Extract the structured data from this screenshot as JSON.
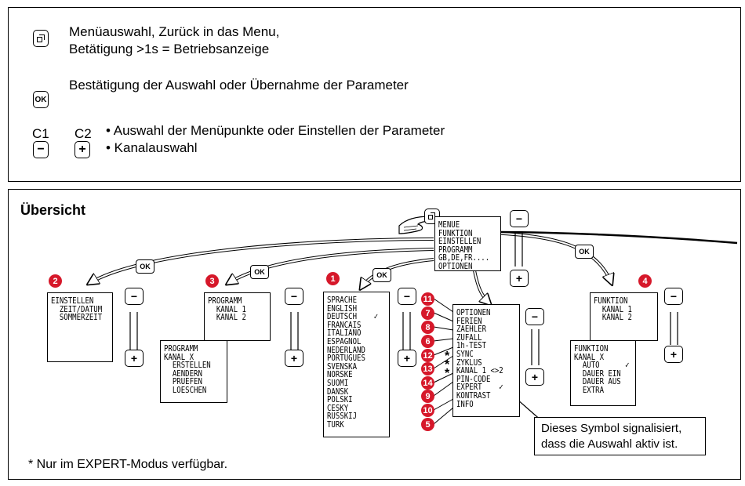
{
  "legend": {
    "menu_line1": "Menüauswahl, Zurück in das Menu,",
    "menu_line2": "Betätigung >1s = Betriebsanzeige",
    "ok_key": "OK",
    "ok_text": "Bestätigung der Auswahl oder Übernahme der Parameter",
    "c1": "C1",
    "c2": "C2",
    "minus": "−",
    "plus": "+",
    "bullet1": "• Auswahl der Menüpunkte oder Einstellen der Parameter",
    "bullet2": "• Kanalauswahl"
  },
  "overview": {
    "title": "Übersicht",
    "footnote": "* Nur im EXPERT-Modus verfügbar.",
    "callout_line1": "Dieses Symbol signalisiert,",
    "callout_line2": "dass die Auswahl aktiv ist.",
    "ok": "OK",
    "menu_screen": [
      "MENUE",
      "FUNKTION",
      "EINSTELLEN",
      "PROGRAMM",
      "GB,DE,FR....",
      "OPTIONEN"
    ],
    "einstellen_screen": [
      "EINSTELLEN",
      "  ZEIT/DATUM",
      "  SOMMERZEIT"
    ],
    "programm_screen": [
      "PROGRAMM",
      "  KANAL 1",
      "  KANAL 2"
    ],
    "programm_screen2": [
      "PROGRAMM",
      "KANAL X",
      "  ERSTELLEN",
      "  AENDERN",
      "  PRUEFEN",
      "  LOESCHEN"
    ],
    "language_screen": [
      "SPRACHE",
      "ENGLISH",
      "DEUTSCH    ✓",
      "FRANCAIS",
      "ITALIANO",
      "ESPAGNOL",
      "NEDERLAND",
      "PORTUGUES",
      "SVENSKA",
      "NORSKE",
      "SUOMI",
      "DANSK",
      "POLSKI",
      "CESKY",
      "RUSSKIJ",
      "TURK"
    ],
    "options_screen": [
      "OPTIONEN",
      "FERIEN",
      "ZAEHLER",
      "ZUFALL",
      "1h-TEST",
      "SYNC",
      "ZYKLUS",
      "KANAL 1 <>2",
      "PIN-CODE",
      "EXPERT    ✓",
      "KONTRAST",
      "INFO"
    ],
    "funktion_screen": [
      "FUNKTION",
      "  KANAL 1",
      "  KANAL 2"
    ],
    "funktion_screen2": [
      "FUNKTION",
      "KANAL X",
      "  AUTO      ✓",
      "  DAUER EIN",
      "  DAUER AUS",
      "  EXTRA"
    ],
    "badges": {
      "b2": "2",
      "b3": "3",
      "b1": "1",
      "b4": "4"
    },
    "option_numbers": [
      "11",
      "7",
      "8",
      "6",
      "12",
      "13",
      "14",
      "9",
      "10",
      "5"
    ],
    "stars": [
      "*",
      "*",
      "*"
    ]
  }
}
